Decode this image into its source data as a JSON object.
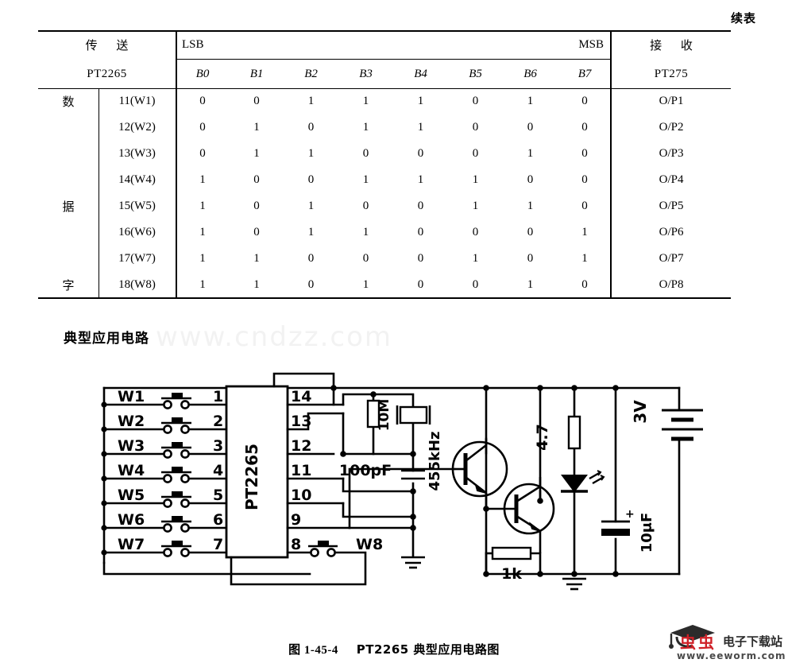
{
  "continuation_label": "续表",
  "table": {
    "header": {
      "transmit_cn": "传  送",
      "transmit_part": "PT2265",
      "lsb_label": "LSB",
      "msb_label": "MSB",
      "bit_names": [
        "B0",
        "B1",
        "B2",
        "B3",
        "B4",
        "B5",
        "B6",
        "B7"
      ],
      "receive_cn": "接  收",
      "receive_part": "PT275"
    },
    "side_label_chars": [
      "数",
      "据",
      "字"
    ],
    "rows": [
      {
        "pin": "11(W1)",
        "bits": [
          "0",
          "0",
          "1",
          "1",
          "1",
          "0",
          "1",
          "0"
        ],
        "output": "O/P1"
      },
      {
        "pin": "12(W2)",
        "bits": [
          "0",
          "1",
          "0",
          "1",
          "1",
          "0",
          "0",
          "0"
        ],
        "output": "O/P2"
      },
      {
        "pin": "13(W3)",
        "bits": [
          "0",
          "1",
          "1",
          "0",
          "0",
          "0",
          "1",
          "0"
        ],
        "output": "O/P3"
      },
      {
        "pin": "14(W4)",
        "bits": [
          "1",
          "0",
          "0",
          "1",
          "1",
          "1",
          "0",
          "0"
        ],
        "output": "O/P4"
      },
      {
        "pin": "15(W5)",
        "bits": [
          "1",
          "0",
          "1",
          "0",
          "0",
          "1",
          "1",
          "0"
        ],
        "output": "O/P5"
      },
      {
        "pin": "16(W6)",
        "bits": [
          "1",
          "0",
          "1",
          "1",
          "0",
          "0",
          "0",
          "1"
        ],
        "output": "O/P6"
      },
      {
        "pin": "17(W7)",
        "bits": [
          "1",
          "1",
          "0",
          "0",
          "0",
          "1",
          "0",
          "1"
        ],
        "output": "O/P7"
      },
      {
        "pin": "18(W8)",
        "bits": [
          "1",
          "1",
          "0",
          "1",
          "0",
          "0",
          "1",
          "0"
        ],
        "output": "O/P8"
      }
    ]
  },
  "section_heading": "典型应用电路",
  "watermark": "www.cndzz.com",
  "circuit": {
    "ic_label": "PT2265",
    "switch_labels": [
      "W1",
      "W2",
      "W3",
      "W4",
      "W5",
      "W6",
      "W7"
    ],
    "switch_w8": "W8",
    "left_pins": [
      "1",
      "2",
      "3",
      "4",
      "5",
      "6",
      "7"
    ],
    "right_pins": [
      "14",
      "13",
      "12",
      "11",
      "10",
      "9",
      "8"
    ],
    "resistor_10m": "10M",
    "capacitor_100pf": "100pF",
    "crystal_455khz": "455kHz",
    "resistor_4k7": "4.7",
    "resistor_1k": "1k",
    "capacitor_10uf": "10μF",
    "battery_3v": "3V",
    "cap_polarity": "+"
  },
  "caption": {
    "figure_no": "图 1-45-4",
    "text": "PT2265 典型应用电路图"
  },
  "logo": {
    "bugs": "虫虫",
    "name_cn": "电子下载站",
    "url": "www.eeworm.com"
  }
}
